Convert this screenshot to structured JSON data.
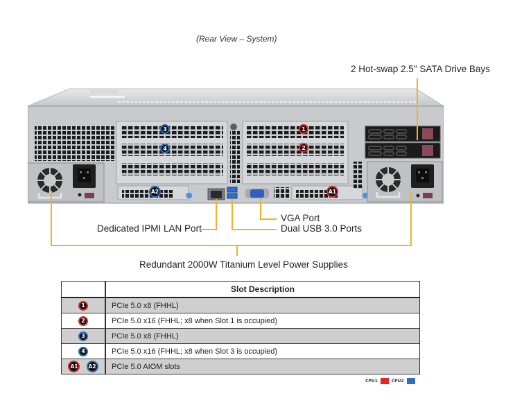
{
  "caption": "(Rear View – System)",
  "callouts": {
    "drive_bays": "2 Hot-swap  2.5\" SATA Drive Bays",
    "vga": "VGA Port",
    "ipmi": "Dedicated IPMI  LAN Port",
    "usb": "Dual USB 3.0 Ports",
    "power": "Redundant  2000W Titanium  Level  Power Supplies"
  },
  "chassis_badges": {
    "slot1": "1",
    "slot2": "2",
    "slot3": "3",
    "slot4": "4",
    "aiom1": "A1",
    "aiom2": "A2"
  },
  "table": {
    "header": "Slot Description",
    "rows": [
      {
        "badges": [
          {
            "label": "1",
            "cpu": "cpu1"
          }
        ],
        "description": "PCIe  5.0  x8  (FHHL)"
      },
      {
        "badges": [
          {
            "label": "2",
            "cpu": "cpu1"
          }
        ],
        "description": "PCIe  5.0  x16  (FHHL;  x8 when  Slot 1 is occupied)"
      },
      {
        "badges": [
          {
            "label": "3",
            "cpu": "cpu2"
          }
        ],
        "description": "PCIe  5.0  x8  (FHHL)"
      },
      {
        "badges": [
          {
            "label": "4",
            "cpu": "cpu2"
          }
        ],
        "description": "PCIe  5.0  x16  (FHHL;  x8 when  Slot 3 is occupied)"
      },
      {
        "badges": [
          {
            "label": "A1",
            "cpu": "cpu1"
          },
          {
            "label": "A2",
            "cpu": "cpu2"
          }
        ],
        "description": "PCIe  5.0  AIOM  slots"
      }
    ]
  },
  "legend": {
    "cpu1": {
      "label": "CPU1",
      "color": "#e2262b"
    },
    "cpu2": {
      "label": "CPU2",
      "color": "#2f6fbe"
    }
  },
  "colors": {
    "callout_line": "#f0b323"
  }
}
